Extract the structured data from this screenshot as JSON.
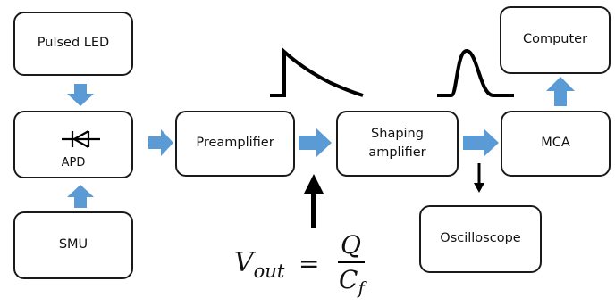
{
  "colors": {
    "block_arrow": "#5b9bd5",
    "line": "#000000",
    "box_border": "#1a1a1a"
  },
  "blocks": {
    "pulsed_led": "Pulsed LED",
    "apd": "APD",
    "smu": "SMU",
    "preamplifier": "Preamplifier",
    "shaping_amplifier_line1": "Shaping",
    "shaping_amplifier_line2": "amplifier",
    "mca": "MCA",
    "computer": "Computer",
    "oscilloscope": "Oscilloscope"
  },
  "icons": {
    "apd_symbol": "photodiode-icon",
    "preamp_pulse": "exponential-decay-pulse",
    "shaper_pulse": "gaussian-pulse"
  },
  "equation": {
    "lhs_base": "V",
    "lhs_sub": "out",
    "equals": "=",
    "numerator": "Q",
    "denominator_base": "C",
    "denominator_sub": "f"
  }
}
